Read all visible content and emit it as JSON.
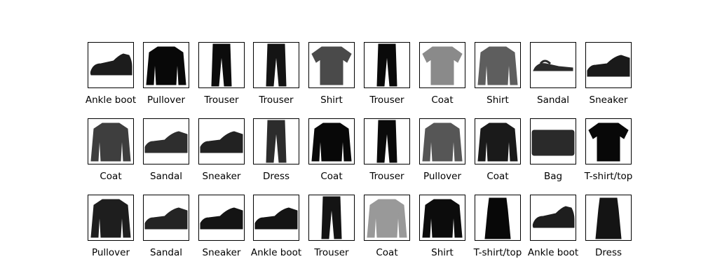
{
  "samples": [
    {
      "label": "Ankle boot",
      "icon": "boot-icon",
      "shade": "#1c1c1c"
    },
    {
      "label": "Pullover",
      "icon": "pullover-icon",
      "shade": "#080808"
    },
    {
      "label": "Trouser",
      "icon": "trouser-icon",
      "shade": "#0c0c0c"
    },
    {
      "label": "Trouser",
      "icon": "trouser-icon",
      "shade": "#141414"
    },
    {
      "label": "Shirt",
      "icon": "shirt-icon",
      "shade": "#4a4a4a"
    },
    {
      "label": "Trouser",
      "icon": "trouser-icon",
      "shade": "#0a0a0a"
    },
    {
      "label": "Coat",
      "icon": "tshirt-icon",
      "shade": "#8a8a8a"
    },
    {
      "label": "Shirt",
      "icon": "pullover-icon",
      "shade": "#5e5e5e"
    },
    {
      "label": "Sandal",
      "icon": "sandal-icon",
      "shade": "#2a2a2a"
    },
    {
      "label": "Sneaker",
      "icon": "sneaker-icon",
      "shade": "#1a1a1a"
    },
    {
      "label": "Coat",
      "icon": "pullover-icon",
      "shade": "#3e3e3e"
    },
    {
      "label": "Sandal",
      "icon": "sneaker-icon",
      "shade": "#2e2e2e"
    },
    {
      "label": "Sneaker",
      "icon": "sneaker-icon",
      "shade": "#222222"
    },
    {
      "label": "Dress",
      "icon": "trouser-icon",
      "shade": "#2c2c2c"
    },
    {
      "label": "Coat",
      "icon": "pullover-icon",
      "shade": "#080808"
    },
    {
      "label": "Trouser",
      "icon": "trouser-icon",
      "shade": "#0a0a0a"
    },
    {
      "label": "Pullover",
      "icon": "pullover-icon",
      "shade": "#565656"
    },
    {
      "label": "Coat",
      "icon": "pullover-icon",
      "shade": "#1a1a1a"
    },
    {
      "label": "Bag",
      "icon": "bag-icon",
      "shade": "#2a2a2a"
    },
    {
      "label": "T-shirt/top",
      "icon": "tshirt-icon",
      "shade": "#080808"
    },
    {
      "label": "Pullover",
      "icon": "pullover-icon",
      "shade": "#1e1e1e"
    },
    {
      "label": "Sandal",
      "icon": "sneaker-icon",
      "shade": "#242424"
    },
    {
      "label": "Sneaker",
      "icon": "sneaker-icon",
      "shade": "#141414"
    },
    {
      "label": "Ankle boot",
      "icon": "sneaker-icon",
      "shade": "#141414"
    },
    {
      "label": "Trouser",
      "icon": "trouser-icon",
      "shade": "#141414"
    },
    {
      "label": "Coat",
      "icon": "pullover-icon",
      "shade": "#999999"
    },
    {
      "label": "Shirt",
      "icon": "pullover-icon",
      "shade": "#0c0c0c"
    },
    {
      "label": "T-shirt/top",
      "icon": "dress-icon",
      "shade": "#080808"
    },
    {
      "label": "Ankle boot",
      "icon": "boot-icon",
      "shade": "#1e1e1e"
    },
    {
      "label": "Dress",
      "icon": "dress-icon",
      "shade": "#141414"
    }
  ]
}
